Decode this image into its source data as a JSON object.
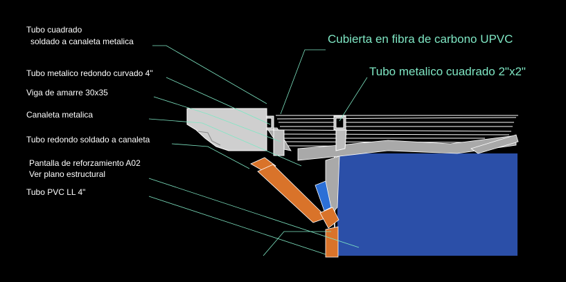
{
  "labels_left": [
    "Tubo cuadrado",
    "soldado a canaleta metalica",
    "Tubo metalico redondo curvado 4\"",
    "Viga de amarre 30x35",
    "Canaleta metalica",
    "Tubo redondo soldado a canaleta",
    "Pantalla de reforzamiento  A02",
    "Ver plano estructural",
    "Tubo PVC LL 4\""
  ],
  "labels_right": [
    "Cubierta en fibra de carbono UPVC",
    "Tubo metalico cuadrado 2\"x2\""
  ],
  "colors": {
    "background": "#000000",
    "label_text": "#ffffff",
    "callout_text": "#7fe7c4",
    "leader_line": "#7fe7c4",
    "wall": "#2b4fa8",
    "pipe": "#d9732a",
    "beam": "#cfcfcf",
    "steel": "#a9a9a9"
  }
}
